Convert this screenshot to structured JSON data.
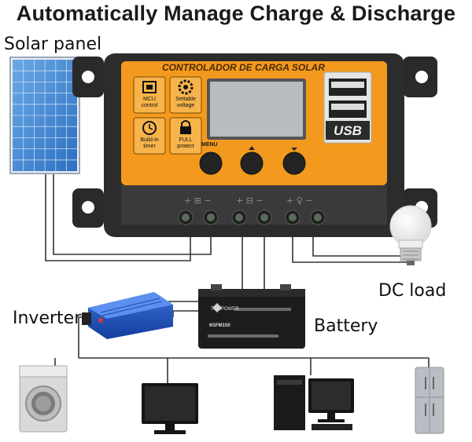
{
  "headline": "Automatically Manage Charge & Discharge",
  "labels": {
    "solar_panel": "Solar panel",
    "dc_load": "DC load",
    "inverter": "Inverter",
    "battery": "Battery"
  },
  "controller": {
    "title": "CONTROLADOR DE CARGA SOLAR",
    "features": [
      {
        "icon": "chip-icon",
        "line1": "MCU",
        "line2": "control"
      },
      {
        "icon": "gear-icon",
        "line1": "Settable",
        "line2": "voltage"
      },
      {
        "icon": "clock-icon",
        "line1": "Build-in",
        "line2": "timer"
      },
      {
        "icon": "lock-icon",
        "line1": "FULL",
        "line2": "protect"
      }
    ],
    "menu_label": "MENU",
    "usb_label": "USB",
    "colors": {
      "body": "#f39a1e",
      "frame": "#2c2c2c",
      "lcd": "#b9bcbf"
    }
  },
  "battery": {
    "brand": "TOOPOWER",
    "model": "6GFM150"
  }
}
